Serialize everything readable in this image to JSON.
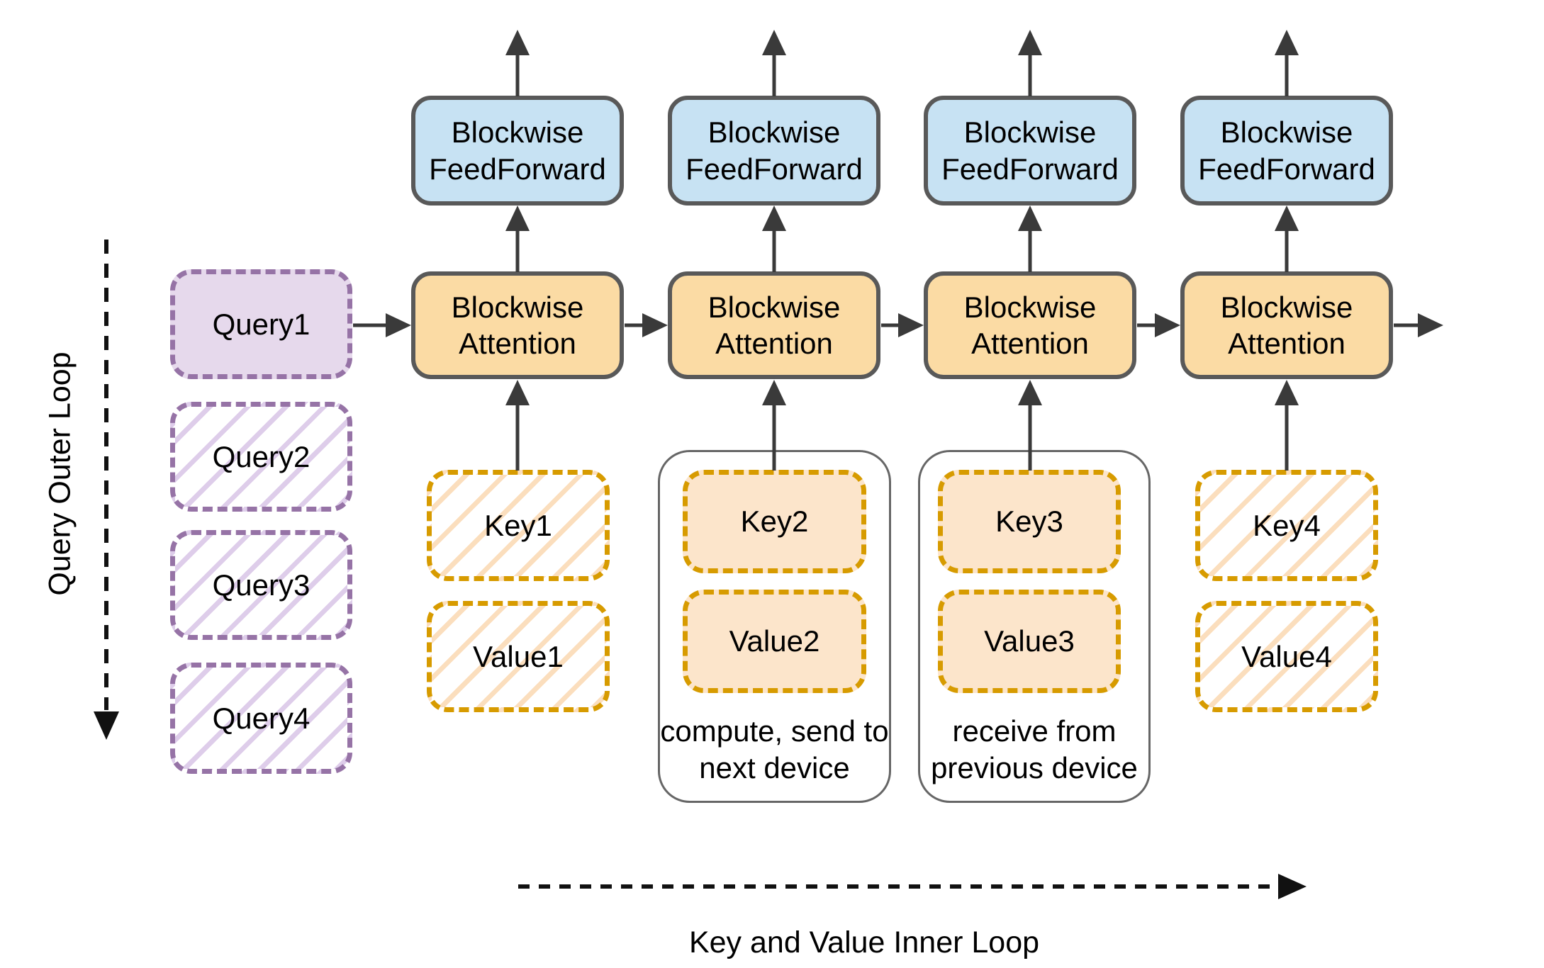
{
  "diagram": {
    "title_semantics": "Ring/blockwise attention dataflow diagram",
    "outer_loop_label": "Query Outer Loop",
    "inner_loop_label": "Key and Value Inner Loop",
    "queries": [
      {
        "label": "Query1"
      },
      {
        "label": "Query2"
      },
      {
        "label": "Query3"
      },
      {
        "label": "Query4"
      }
    ],
    "columns": [
      {
        "ff": "Blockwise FeedForward",
        "attn": "Blockwise Attention",
        "key": "Key1",
        "value": "Value1",
        "note_lines": [
          "",
          ""
        ]
      },
      {
        "ff": "Blockwise FeedForward",
        "attn": "Blockwise Attention",
        "key": "Key2",
        "value": "Value2",
        "note_lines": [
          "compute, send to",
          "next device"
        ]
      },
      {
        "ff": "Blockwise FeedForward",
        "attn": "Blockwise Attention",
        "key": "Key3",
        "value": "Value3",
        "note_lines": [
          "receive from",
          "previous device"
        ]
      },
      {
        "ff": "Blockwise FeedForward",
        "attn": "Blockwise Attention",
        "key": "Key4",
        "value": "Value4",
        "note_lines": [
          "",
          ""
        ]
      }
    ],
    "colors": {
      "feedforward_fill": "#C7E2F3",
      "attention_fill": "#FBDBA4",
      "kv_solid_fill": "#FCE5CB",
      "kv_hatch_stripe": "#FBDEBD",
      "kv_border_gold": "#D79B00",
      "query_border_purple": "#9673A6",
      "query1_fill": "#E6D9EC",
      "query_hatch_stripe": "#DECDEA",
      "box_border_gray": "#595959",
      "arrow_gray": "#3A3A3A",
      "loop_arrow_black": "#111111",
      "background": "#ffffff"
    }
  }
}
